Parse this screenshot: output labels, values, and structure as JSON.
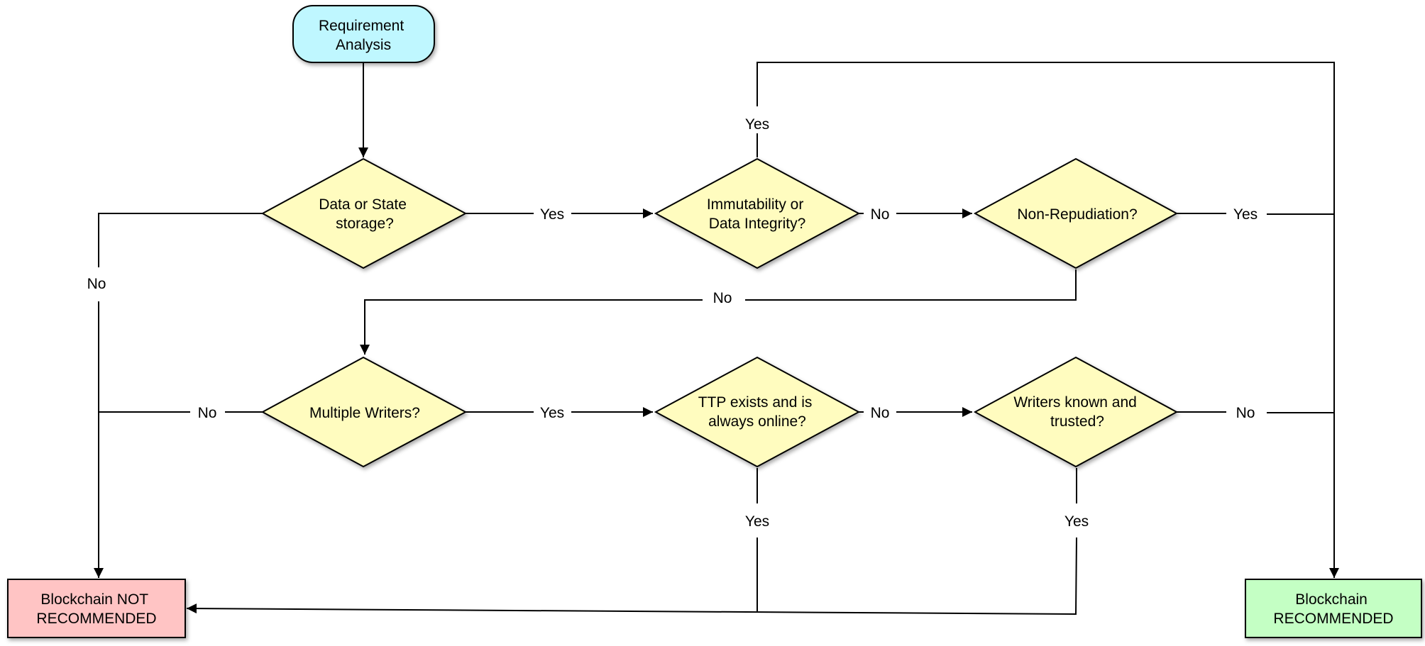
{
  "nodes": {
    "start": {
      "lines": [
        "Requirement",
        "Analysis"
      ],
      "fill": "#bff7ff"
    },
    "data_storage": {
      "lines": [
        "Data or State",
        "storage?"
      ],
      "fill": "#fffcbf"
    },
    "immutability": {
      "lines": [
        "Immutability or",
        "Data Integrity?"
      ],
      "fill": "#fffcbf"
    },
    "non_repudiation": {
      "lines": [
        "Non-Repudiation?"
      ],
      "fill": "#fffcbf"
    },
    "multiple_writers": {
      "lines": [
        "Multiple Writers?"
      ],
      "fill": "#fffcbf"
    },
    "ttp": {
      "lines": [
        "TTP exists and is",
        "always online?"
      ],
      "fill": "#fffcbf"
    },
    "writers_known": {
      "lines": [
        "Writers known and",
        "trusted?"
      ],
      "fill": "#fffcbf"
    },
    "not_recommended": {
      "lines": [
        "Blockchain NOT",
        "RECOMMENDED"
      ],
      "fill": "#ffc4c4"
    },
    "recommended": {
      "lines": [
        "Blockchain",
        "RECOMMENDED"
      ],
      "fill": "#c4ffc4"
    }
  },
  "edges": {
    "start_to_data": {
      "label": ""
    },
    "data_no": {
      "label": "No"
    },
    "data_yes": {
      "label": "Yes"
    },
    "immut_yes": {
      "label": "Yes"
    },
    "immut_no": {
      "label": "No"
    },
    "nonrep_yes": {
      "label": "Yes"
    },
    "nonrep_no": {
      "label": "No"
    },
    "mw_no": {
      "label": "No"
    },
    "mw_yes": {
      "label": "Yes"
    },
    "ttp_no": {
      "label": "No"
    },
    "ttp_yes": {
      "label": "Yes"
    },
    "wk_no": {
      "label": "No"
    },
    "wk_yes": {
      "label": "Yes"
    }
  }
}
